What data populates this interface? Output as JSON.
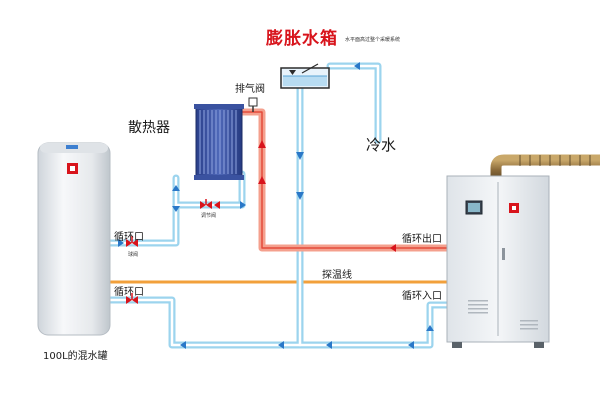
{
  "expansion_tank": {
    "title": "膨胀水箱",
    "note": "水平面高过整个采暖系统"
  },
  "labels": {
    "exhaust_valve": "排气阀",
    "radiator": "散热器",
    "cold_water": "冷水",
    "regulating_valve": "调节阀",
    "tank_loop_upper": "循环口",
    "tank_valve_small": "球阀",
    "tank_loop_lower": "循环口",
    "boiler_outlet": "循环出口",
    "boiler_inlet": "循环入口",
    "temp_probe_line": "探温线",
    "mixing_tank_caption": "100L的混水罐"
  },
  "colors": {
    "hot_pipe": "#f4a08e",
    "hot_pipe_core": "#e44a3a",
    "cold_pipe": "#9cd4ee",
    "cold_pipe_core": "#ffffff",
    "probe_line": "#f2a03b",
    "title_red": "#d8141c",
    "boiler_body": "#e9edf1",
    "tank_body": "#f2f4f6"
  }
}
